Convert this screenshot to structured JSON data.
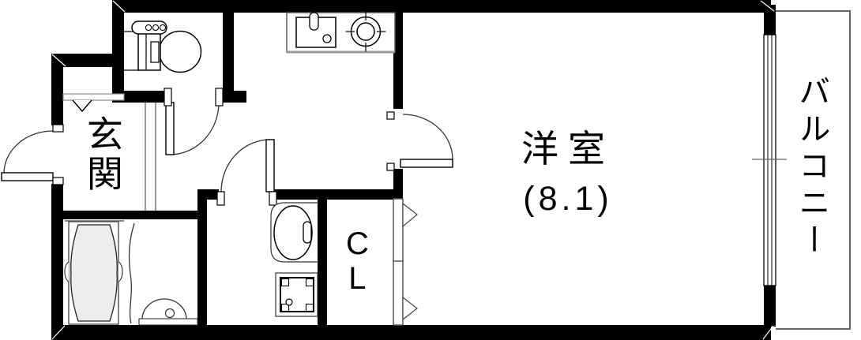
{
  "plan_title": "apartment-floorplan-1K",
  "rooms": {
    "entrance": {
      "label": "玄関"
    },
    "western_room": {
      "label": "洋室",
      "size": "(8.1)"
    },
    "closet": {
      "label": "CL"
    },
    "balcony": {
      "label": "バルコニー"
    }
  },
  "fixtures": [
    "toilet-icon",
    "kitchen-sink-icon",
    "gas-burner-icon",
    "bathtub-icon",
    "shower-curtain-icon",
    "bath-washbasin-icon",
    "vanity-basin-icon",
    "washing-machine-pan-icon",
    "entrance-door",
    "toilet-door",
    "washroom-door",
    "room-door",
    "closet-folding-doors",
    "sliding-window",
    "entrance-marker-chevron"
  ],
  "colors": {
    "wall": "#000000",
    "tub_fill": "#ededed",
    "thin_line": "#555555",
    "balcony_outline": "#666666"
  }
}
